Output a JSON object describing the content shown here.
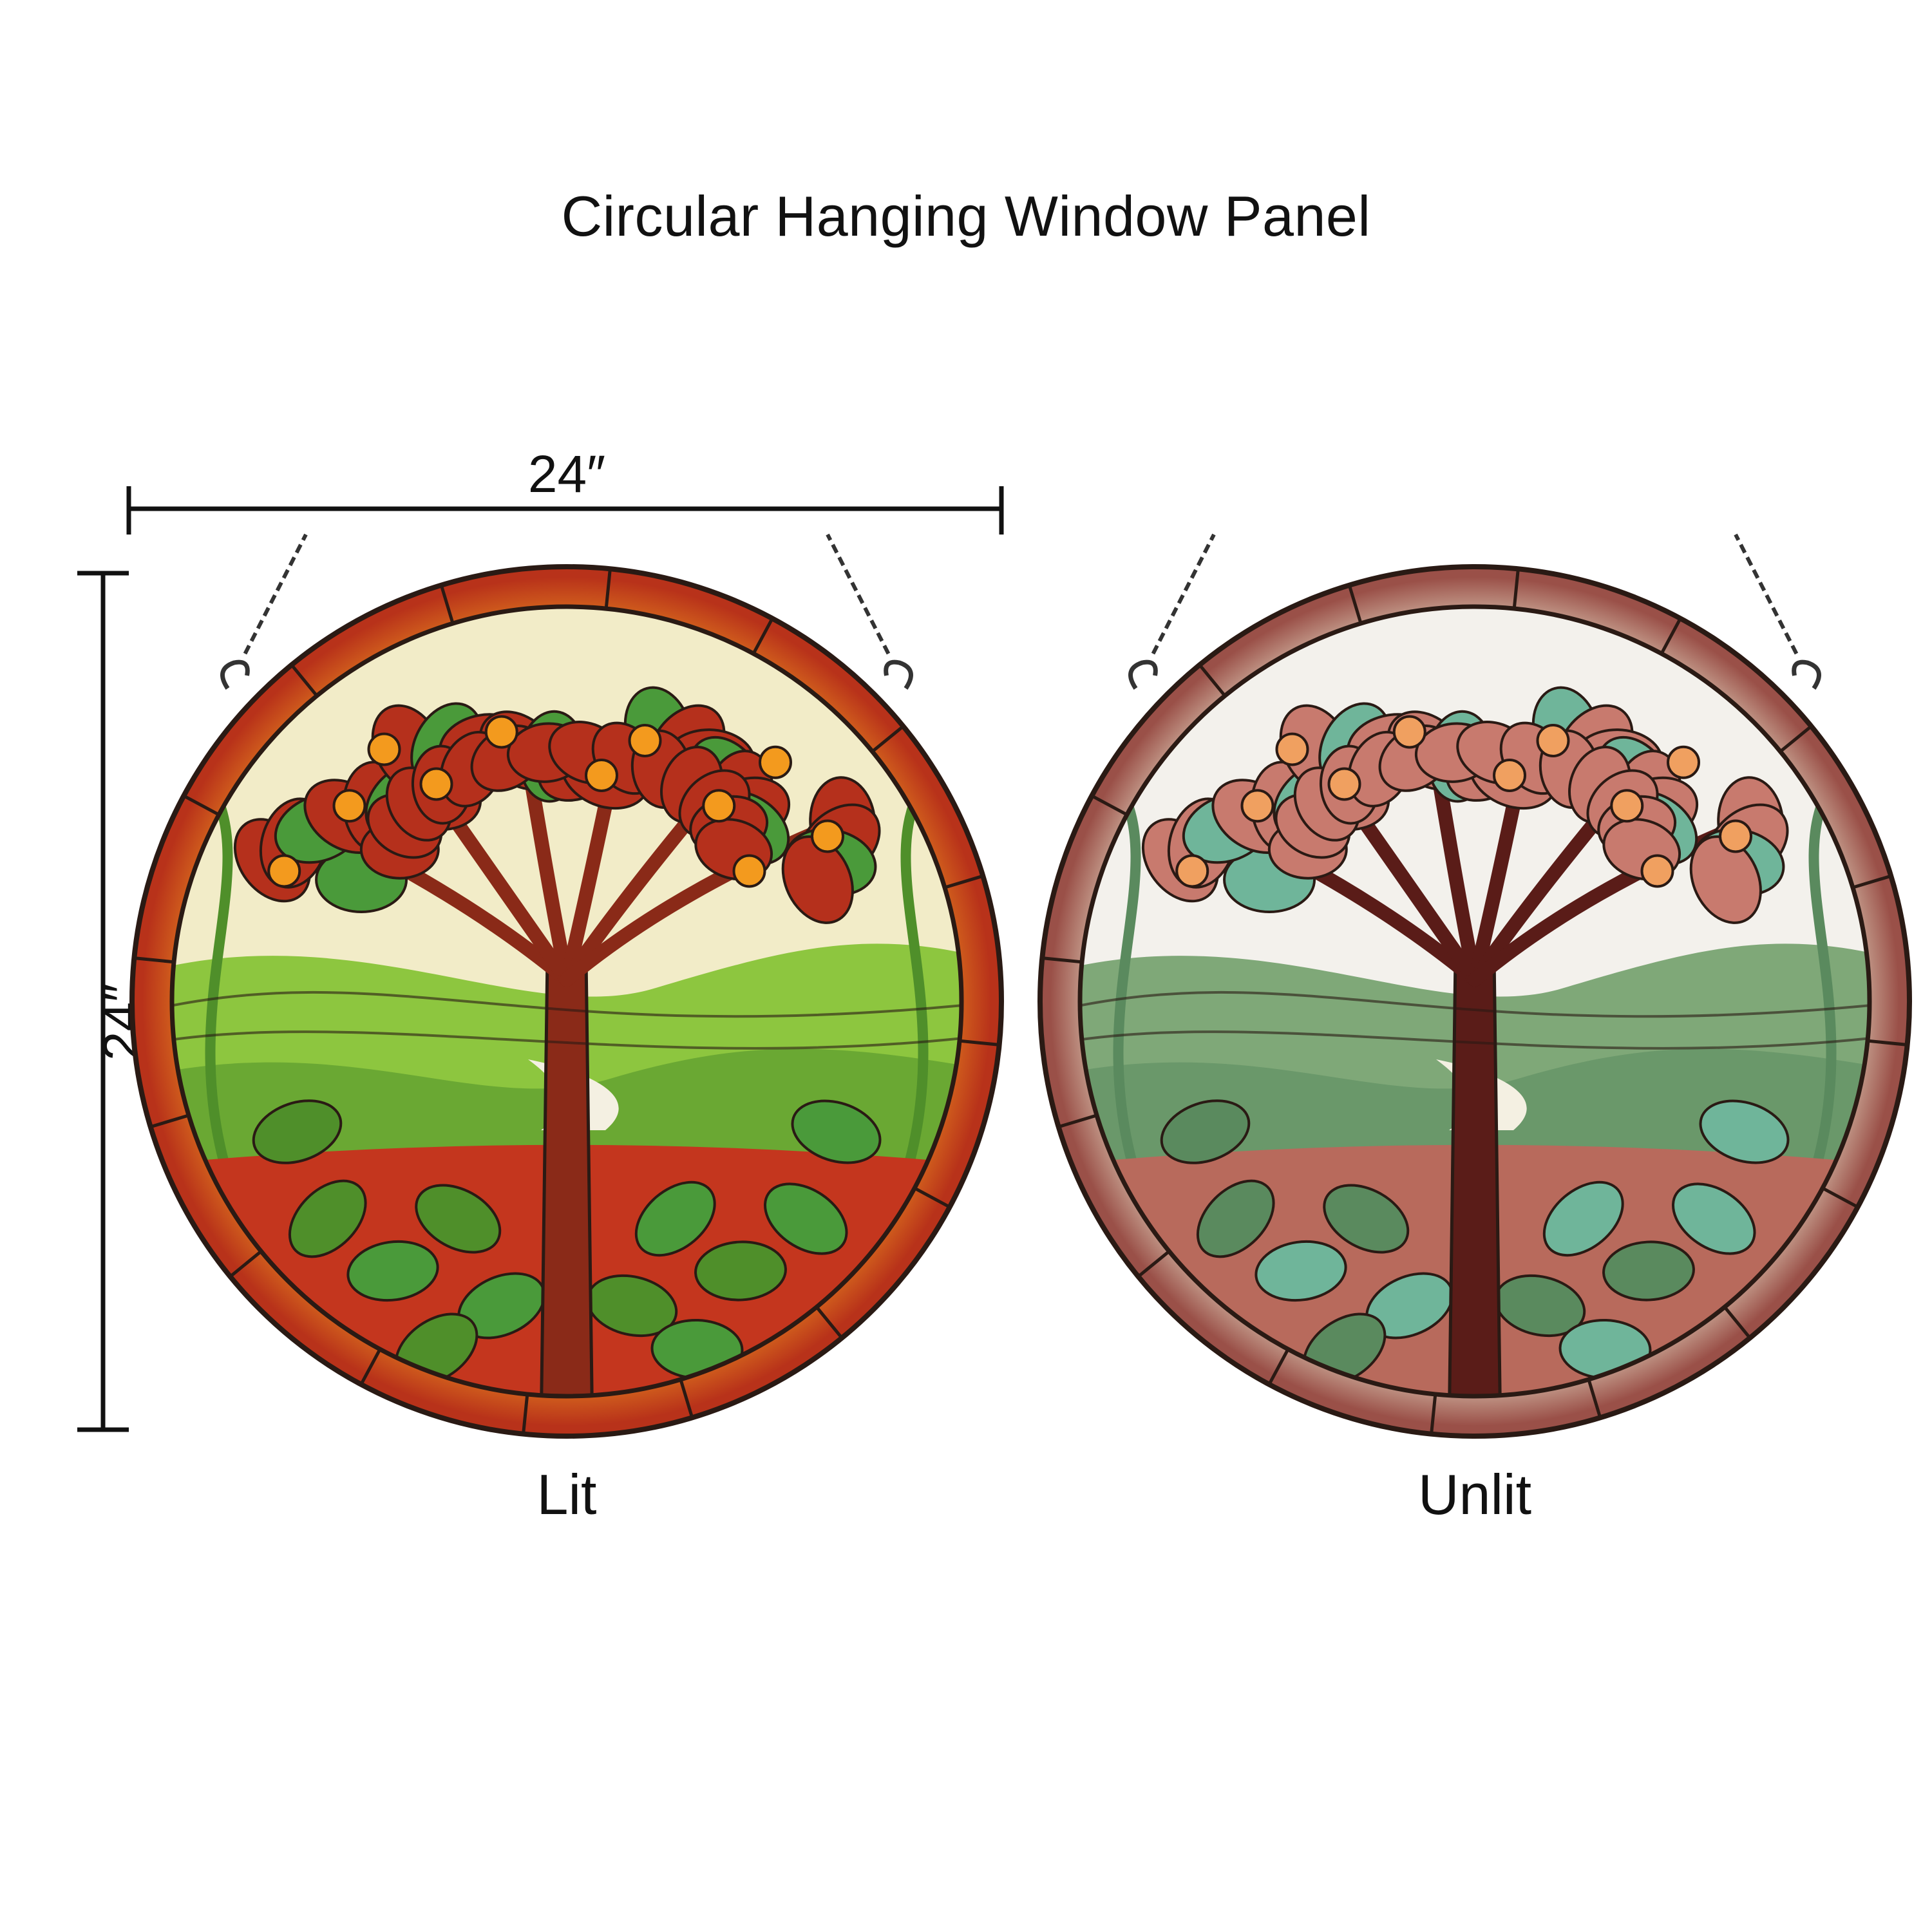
{
  "title": "Circular Hanging Window Panel",
  "dimensions": {
    "width": "24″",
    "height": "24″"
  },
  "panels": [
    {
      "caption": "Lit"
    },
    {
      "caption": "Unlit"
    }
  ],
  "colors": {
    "lit": {
      "rim": "#b8321a",
      "rim_light": "#e07a1e",
      "sky": "#f2ecc8",
      "hill": "#8dc63f",
      "hill_dark": "#4f8f2a",
      "foliage": "#b5301c",
      "leaf": "#4a9a3a",
      "fruit": "#f39a1e",
      "trunk": "#8a2a18",
      "ground": "#c4361e"
    },
    "unlit": {
      "rim": "#9a5048",
      "rim_light": "#d9c2ae",
      "sky": "#f3f1ec",
      "hill": "#7fa878",
      "hill_dark": "#5a8a5e",
      "foliage": "#c87a6e",
      "leaf": "#6fb59a",
      "fruit": "#f0a060",
      "trunk": "#5a1c18",
      "ground": "#b86a5c"
    }
  }
}
